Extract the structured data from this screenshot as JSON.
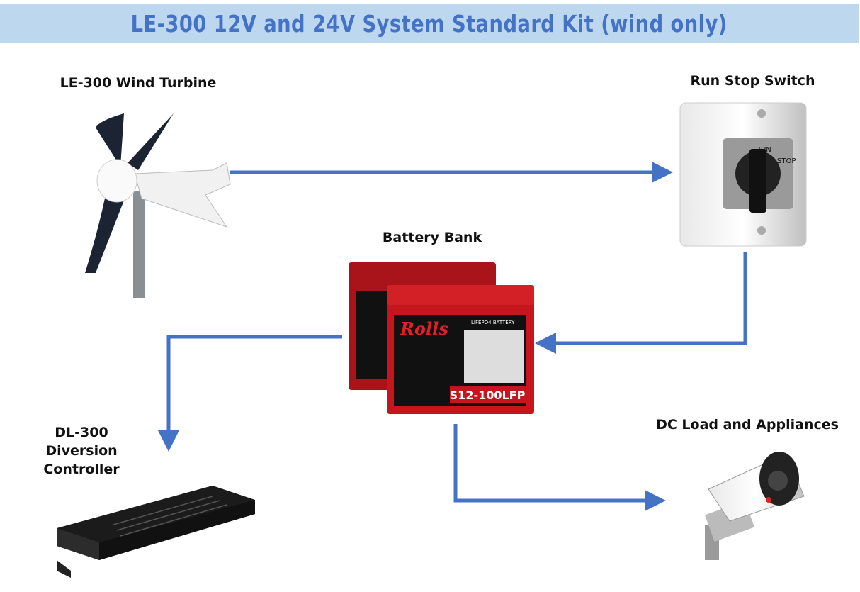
{
  "title": "LE-300 12V and 24V System Standard Kit (wind only)",
  "components": {
    "turbine": {
      "label": "LE-300 Wind Turbine"
    },
    "switch": {
      "label": "Run Stop Switch",
      "dial_run": "RUN",
      "dial_stop": "STOP"
    },
    "battery": {
      "label": "Battery Bank",
      "brand": "Rolls",
      "model": "S12-100LFP",
      "type": "LIFEPO4 BATTERY"
    },
    "controller": {
      "label_line1": "DL-300",
      "label_line2": "Diversion",
      "label_line3": "Controller"
    },
    "load": {
      "label": "DC Load and Appliances"
    }
  },
  "colors": {
    "arrow": "#4472c4",
    "title_bg": "#bdd7ee",
    "title_text": "#4472c4",
    "battery_red": "#c4161c"
  }
}
